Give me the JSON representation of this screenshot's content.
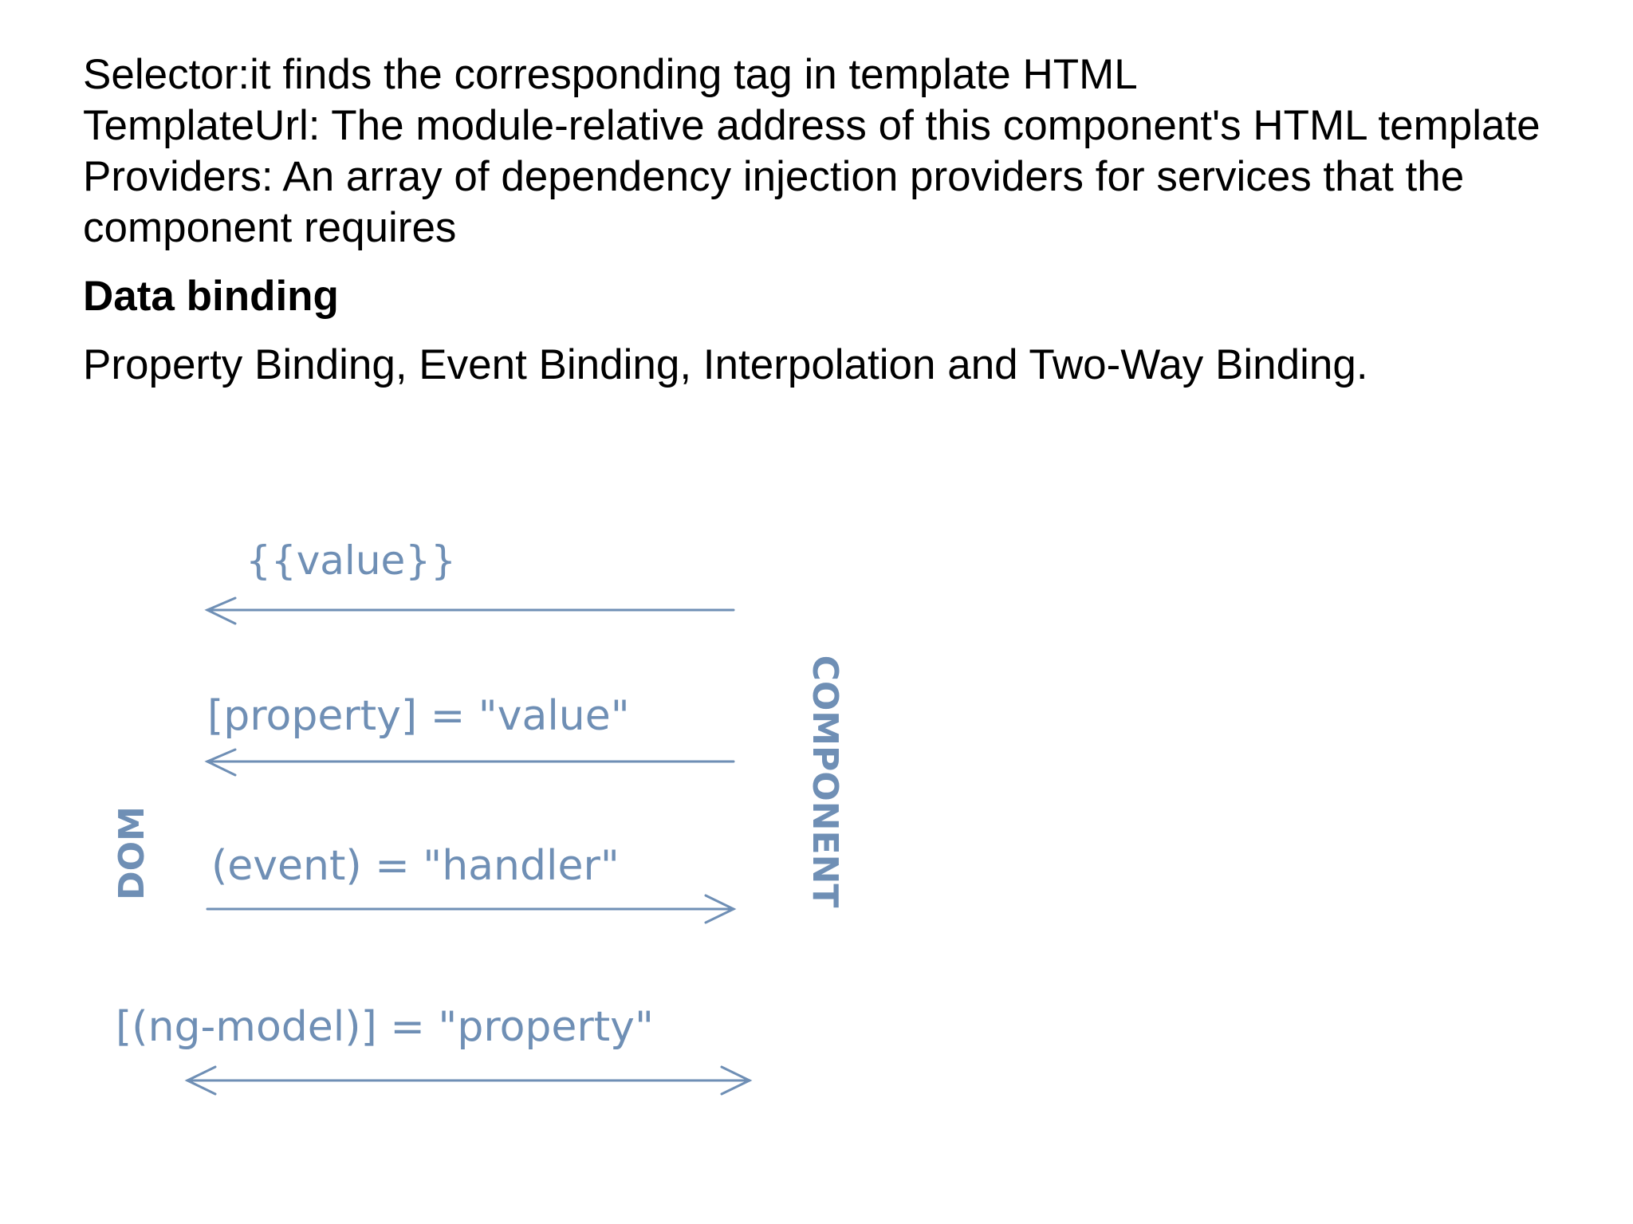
{
  "document": {
    "lines": [
      "Selector:it finds the corresponding tag in template HTML",
      "TemplateUrl: The module-relative address of this component's HTML template",
      "Providers: An array of dependency injection providers for services that the component requires"
    ],
    "heading": "Data binding",
    "summary": "Property Binding, Event Binding, Interpolation and Two-Way Binding."
  },
  "diagram": {
    "dom_label": "DOM",
    "component_label": "COMPONENT",
    "interpolation": "{{value}}",
    "property_binding": "[property] = \"value\"",
    "event_binding": "(event) = \"handler\"",
    "two_way_binding": "[(ng-model)] = \"property\"",
    "ink_color": "#6f8fb5"
  }
}
